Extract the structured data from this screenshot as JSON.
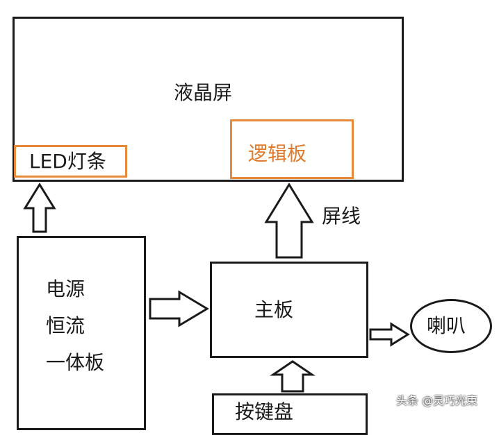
{
  "diagram": {
    "lcd": {
      "label": "液晶屏"
    },
    "led_strip": {
      "label": "LED灯条"
    },
    "logic_board": {
      "label": "逻辑板"
    },
    "screen_cable": {
      "label": "屏线"
    },
    "power_board": {
      "line1": "电源",
      "line2": "恒流",
      "line3": "一体板"
    },
    "main_board": {
      "label": "主板"
    },
    "speaker": {
      "label": "喇叭"
    },
    "keypad": {
      "label": "按键盘"
    }
  },
  "watermark": {
    "text": "头条 @灵巧光束"
  },
  "colors": {
    "line": "#1a1a1a",
    "highlight": "#e8893a"
  }
}
